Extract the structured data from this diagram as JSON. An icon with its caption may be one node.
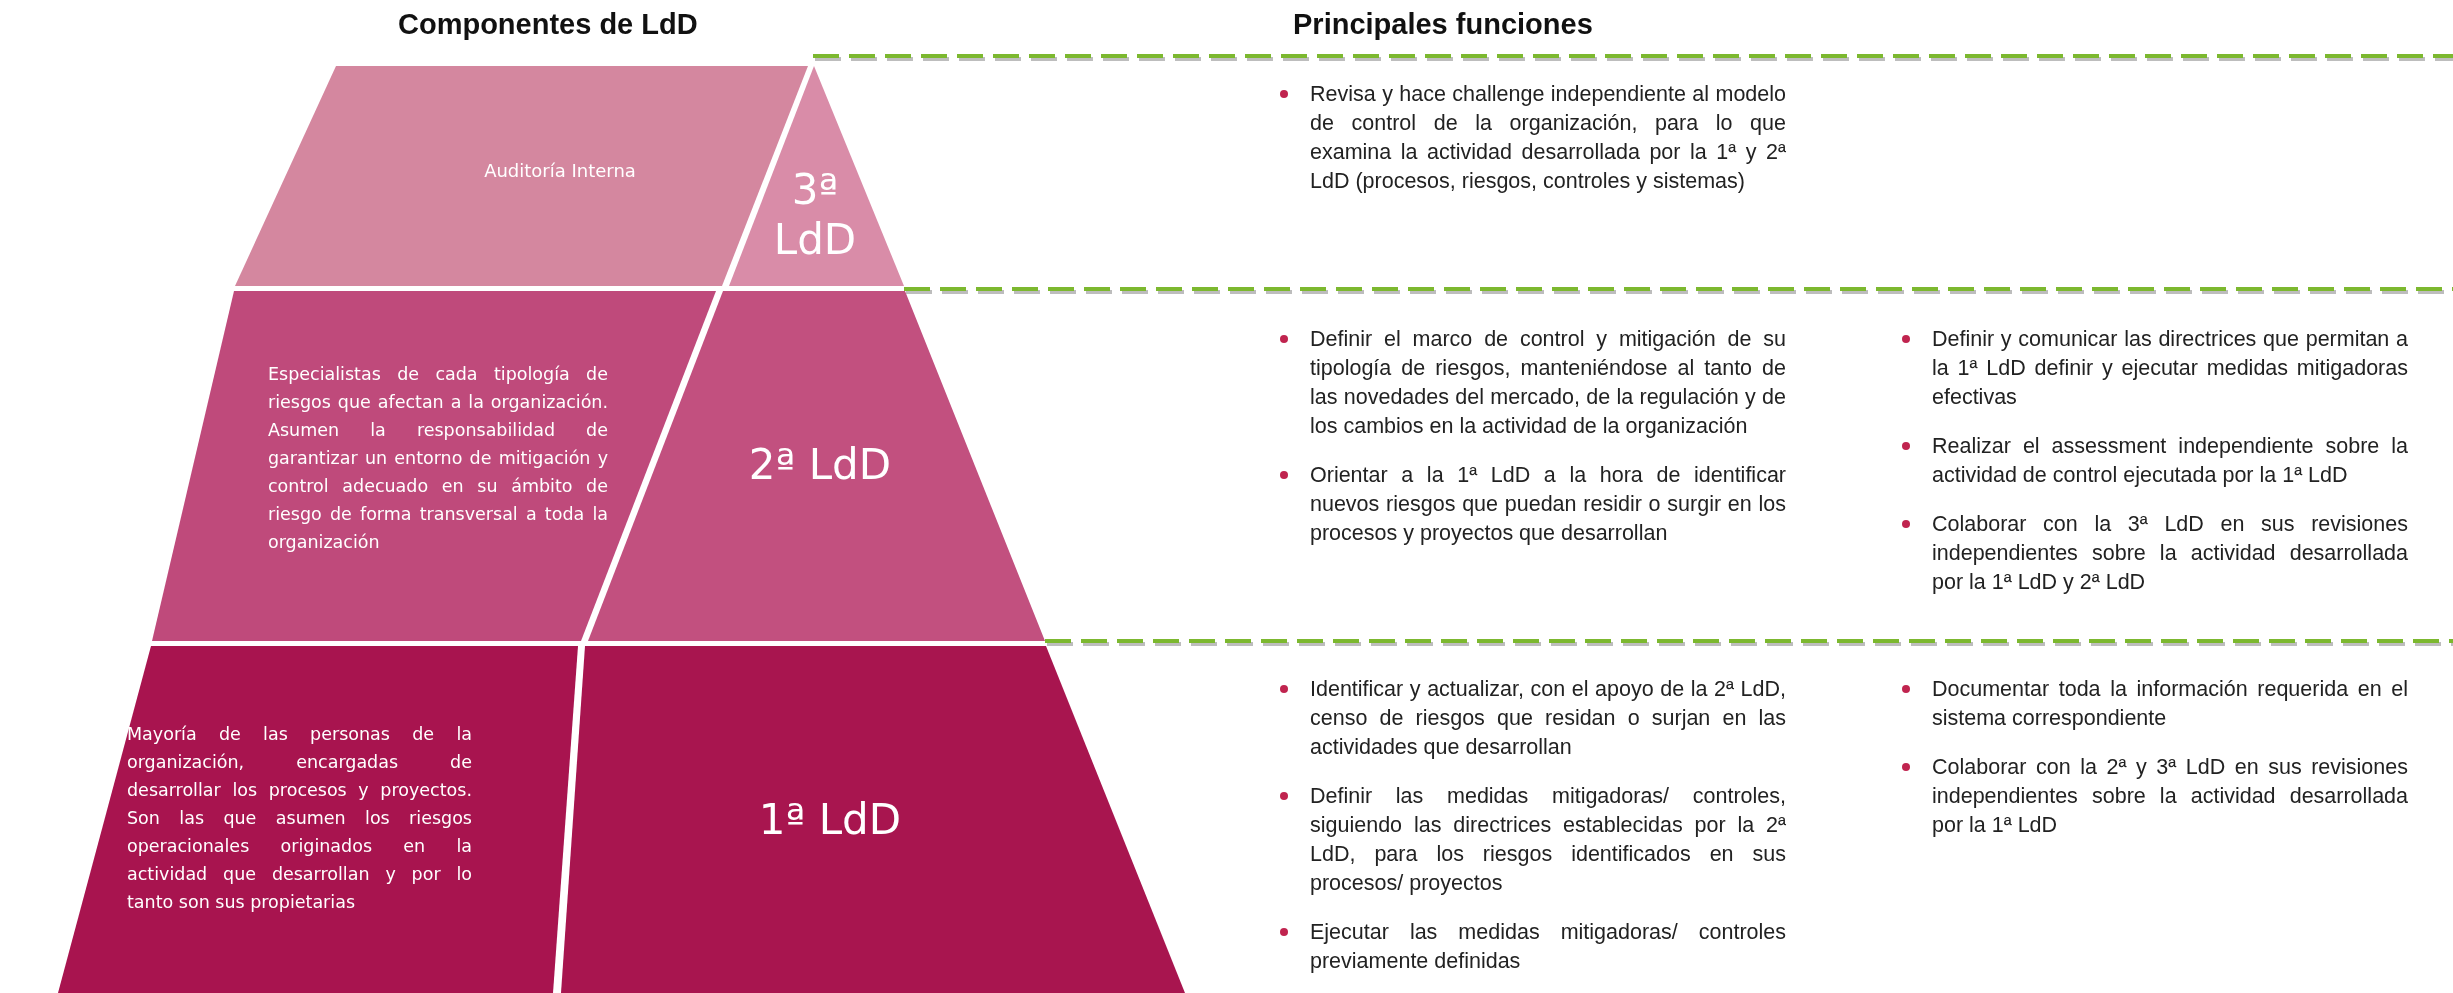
{
  "diagram": {
    "nodes": [
      {
        "text": [
          "Auditoría Interna"
        ]
      },
      {
        "text": [
          "3ª LdD"
        ]
      },
      {
        "text": [
          "Especialistas de cada tipología de riesgos que afectan a la organización. Asumen la responsabilidad de garantizar un entorno de mitigación y control adecuado en su ámbito de riesgo de forma transversal a toda la organización"
        ]
      },
      {
        "text": [
          "2ª LdD"
        ]
      },
      {
        "text": [
          "Mayoría de las personas de la organización, encargadas de desarrollar los procesos y proyectos. Son las que asumen los riesgos operacionales originados en la actividad que desarrollan y por lo tanto son sus propietarias"
        ]
      },
      {
        "text": [
          "1ª LdD"
        ]
      }
    ],
    "edges": [],
    "labels": [
      "Componentes de LdD",
      "Principales funciones",
      "Revisa y hace challenge independiente al modelo de control de la organización, para lo que examina la actividad desarrollada por la 1ª y 2ª LdD (procesos, riesgos, controles y sistemas)",
      "Definir el marco de control y mitigación de su tipología de riesgos, manteniéndose al tanto de las novedades del mercado, de la regulación y de los cambios en la actividad de la organización",
      "Orientar a la 1ª LdD a la hora de identificar nuevos riesgos que puedan residir o surgir en los procesos y proyectos que desarrollan",
      "Definir y comunicar las directrices que permitan a la 1ª LdD definir y ejecutar medidas mitigadoras efectivas",
      "Realizar el assessment independiente sobre la actividad de control ejecutada por la 1ª LdD",
      "Colaborar con la 3ª LdD en sus revisiones independientes sobre la actividad desarrollada por la 1ª LdD y 2ª LdD",
      "Identificar y actualizar, con el apoyo de la 2ª LdD, censo de riesgos que residan o surjan en las actividades que desarrollan",
      "Definir las medidas mitigadoras/ controles, siguiendo las directrices establecidas por la 2ª LdD, para los riesgos identificados en sus procesos/ proyectos",
      "Ejecutar las medidas mitigadoras/ controles previamente definidas",
      "Documentar toda la información requerida en el sistema correspondiente",
      "Colaborar con la 2ª y 3ª LdD en sus revisiones independientes sobre la actividad desarrollada por la 1ª LdD"
    ]
  }
}
